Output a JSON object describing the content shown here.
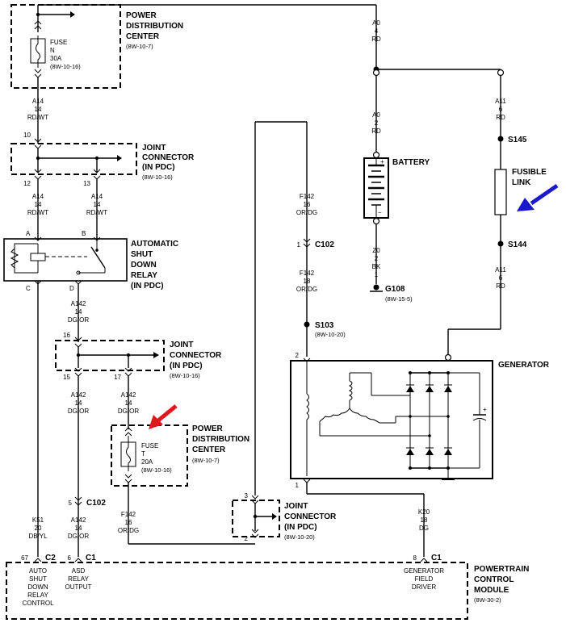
{
  "pdc_top": {
    "title1": "POWER",
    "title2": "DISTRIBUTION",
    "title3": "CENTER",
    "ref": "(8W-10-7)",
    "fuse_label": "FUSE",
    "fuse_id": "N",
    "fuse_amp": "30A",
    "fuse_ref": "(8W-10-16)"
  },
  "wire_a14": {
    "circuit": "A14",
    "gauge": "14",
    "color": "RD/WT"
  },
  "jc_upper": {
    "pin_in": "10",
    "pin_out1": "12",
    "pin_out2": "13",
    "title1": "JOINT",
    "title2": "CONNECTOR",
    "title3": "(IN PDC)",
    "ref": "(8W-10-16)"
  },
  "asd_relay": {
    "title1": "AUTOMATIC",
    "title2": "SHUT",
    "title3": "DOWN",
    "title4": "RELAY",
    "title5": "(IN PDC)",
    "pin_a": "A",
    "pin_b": "B",
    "pin_c": "C",
    "pin_d": "D"
  },
  "wire_a142": {
    "circuit": "A142",
    "gauge": "14",
    "color": "DG/OR"
  },
  "jc_middle": {
    "pin_in": "16",
    "pin_out1": "15",
    "pin_out2": "17",
    "title1": "JOINT",
    "title2": "CONNECTOR",
    "title3": "(IN PDC)",
    "ref": "(8W-10-16)"
  },
  "pdc_bottom": {
    "title1": "POWER",
    "title2": "DISTRIBUTION",
    "title3": "CENTER",
    "ref": "(8W-10-7)",
    "fuse_label": "FUSE",
    "fuse_id": "T",
    "fuse_amp": "20A",
    "fuse_ref": "(8W-10-16)"
  },
  "wire_k51": {
    "circuit": "K51",
    "gauge": "20",
    "color": "DB/YL"
  },
  "c102_left": {
    "pin": "5",
    "name": "C102"
  },
  "wire_f142_bottom": {
    "circuit": "F142",
    "gauge": "16",
    "color": "OR/DG"
  },
  "jc_lower": {
    "pin_in": "3",
    "pin_out": "2",
    "title1": "JOINT",
    "title2": "CONNECTOR",
    "title3": "(IN PDC)",
    "ref": "(8W-10-20)"
  },
  "wire_f142_upper": {
    "circuit": "F142",
    "gauge": "16",
    "color": "OR/DG"
  },
  "c102_right": {
    "pin": "1",
    "name": "C102"
  },
  "wire_f142_mid": {
    "circuit": "F142",
    "gauge": "18",
    "color": "OR/DG"
  },
  "s103": {
    "name": "S103",
    "ref": "(8W-10-20)"
  },
  "wire_a0_top": {
    "circuit": "A0",
    "gauge": "4",
    "color": "RD"
  },
  "wire_a0_batt": {
    "circuit": "A0",
    "gauge": "2",
    "color": "RD"
  },
  "battery": {
    "title": "BATTERY",
    "plus": "+",
    "minus": "−"
  },
  "wire_z0": {
    "circuit": "Z0",
    "gauge": "2",
    "color": "BK",
    "pin": "1"
  },
  "g108": {
    "name": "G108",
    "ref": "(8W-15-5)"
  },
  "wire_a11_top": {
    "circuit": "A11",
    "gauge": "6",
    "color": "RD"
  },
  "s145": {
    "name": "S145"
  },
  "fusible_link": {
    "title1": "FUSIBLE",
    "title2": "LINK"
  },
  "s144": {
    "name": "S144"
  },
  "wire_a11_bottom": {
    "circuit": "A11",
    "gauge": "6",
    "color": "RD"
  },
  "generator": {
    "title": "GENERATOR",
    "pin_top": "2",
    "pin_bottom": "1"
  },
  "wire_k20": {
    "circuit": "K20",
    "gauge": "18",
    "color": "DG"
  },
  "pcm": {
    "title1": "POWERTRAIN",
    "title2": "CONTROL",
    "title3": "MODULE",
    "ref": "(8W-30-2)",
    "pin_c2": "67",
    "conn_c2": "C2",
    "pin_c1a": "6",
    "conn_c1a": "C1",
    "pin_c1b": "8",
    "conn_c1b": "C1",
    "asd_ctrl": [
      "AUTO",
      "SHUT",
      "DOWN",
      "RELAY",
      "CONTROL"
    ],
    "asd_out": [
      "ASD",
      "RELAY",
      "OUTPUT"
    ],
    "gen_drv": [
      "GENERATOR",
      "FIELD",
      "DRIVER"
    ]
  },
  "colors": {
    "red_arrow": "#e0181c",
    "blue_arrow": "#1a1acc"
  }
}
